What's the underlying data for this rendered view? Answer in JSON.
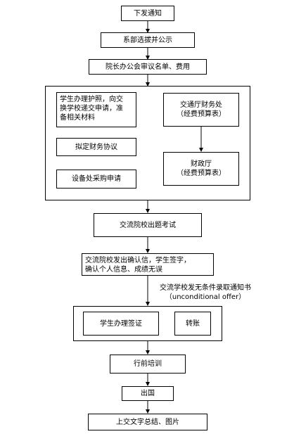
{
  "steps": {
    "s1": "下发通知",
    "s2": "系部选拔并公示",
    "s3": "院长办公会审议名单、费用",
    "g1_a": "学生办理护照，向交\n换学校递交申请，准\n备相关材料",
    "g1_b": "拟定财务协议",
    "g1_c": "设备处采购申请",
    "g1_d": "交通厅财务处\n（经费预算表）",
    "g1_e": "财政厅\n（经费预算表）",
    "s4": "交流院校出题考试",
    "s5": "交流院校发出确认信，学生签字，\n确认个人信息、成绩无误",
    "offer": "交流学校发无条件录取通知书\n（unconditional offer）",
    "g2_a": "学生办理签证",
    "g2_b": "转账",
    "s6": "行前培训",
    "s7": "出国",
    "s8": "上交文字总结、图片"
  }
}
